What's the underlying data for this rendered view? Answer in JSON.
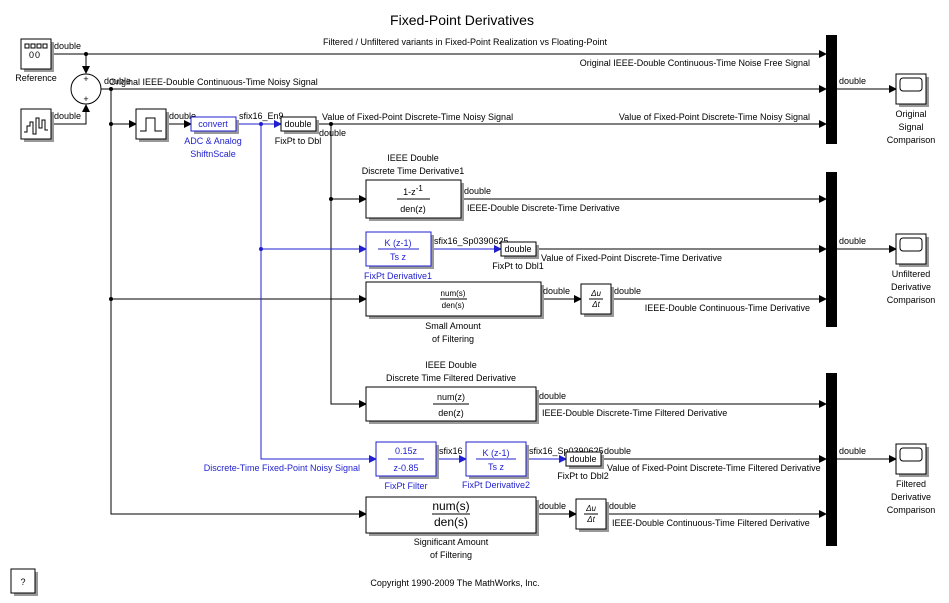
{
  "title": "Fixed-Point Derivatives",
  "copyright": "Copyright 1990-2009 The MathWorks, Inc.",
  "help_button": "?",
  "sources": {
    "reference_label": "Reference",
    "reference_type": "double",
    "noise_type": "double",
    "sum_plus_top": "+",
    "sum_plus_bottom": "+",
    "sum_out_type": "double"
  },
  "adc": {
    "convert_label": "convert",
    "in_type": "double",
    "out_type": "sfix16_En9",
    "name_line1": "ADC & Analog",
    "name_line2": "ShiftnScale"
  },
  "blocks": {
    "fixpt_to_dbl": {
      "content": "double",
      "name": "FixPt to Dbl",
      "out_type": "double"
    },
    "fixpt_to_dbl1": {
      "content": "double",
      "name": "FixPt to Dbl1"
    },
    "fixpt_to_dbl2": {
      "content": "double",
      "name": "FixPt to Dbl2"
    },
    "ieee_dt_deriv1": {
      "num": "1-z",
      "exp": "-1",
      "den": "den(z)",
      "title_line1": "IEEE Double",
      "title_line2": "Discrete Time Derivative1",
      "out_type": "double"
    },
    "fixpt_deriv1": {
      "num": "K (z-1)",
      "den": "Ts z",
      "name": "FixPt Derivative1",
      "out_type": "sfix16_Sp0390625"
    },
    "small_filter": {
      "num": "num(s)",
      "den": "den(s)",
      "name_line1": "Small Amount",
      "name_line2": "of Filtering",
      "out_type": "double"
    },
    "deriv_small": {
      "num": "Δu",
      "den": "Δt",
      "out_type": "double"
    },
    "ieee_dt_filt": {
      "num": "num(z)",
      "den": "den(z)",
      "title_line1": "IEEE Double",
      "title_line2": "Discrete Time Filtered Derivative",
      "out_type": "double"
    },
    "fixpt_filter": {
      "num": "0.15z",
      "den": "z-0.85",
      "name": "FixPt Filter",
      "out_type": "sfix16"
    },
    "fixpt_deriv2": {
      "num": "K (z-1)",
      "den": "Ts z",
      "name": "FixPt Derivative2",
      "out_type": "sfix16_Sp0390625"
    },
    "sig_filter": {
      "num": "num(s)",
      "den": "den(s)",
      "name_line1": "Significant Amount",
      "name_line2": "of Filtering",
      "out_type": "double"
    },
    "deriv_sig": {
      "num": "Δu",
      "den": "Δt",
      "out_type": "double"
    },
    "dbl2_out_type": "double"
  },
  "signals": {
    "filtered_unfiltered": "Filtered / Unfiltered variants in Fixed-Point Realization vs Floating-Point",
    "noise_free": "Original IEEE-Double Continuous-Time Noise Free Signal",
    "noisy": "Original IEEE-Double Continuous-Time Noisy Signal",
    "fp_noisy_left": "Value of Fixed-Point Discrete-Time Noisy Signal",
    "fp_noisy_right": "Value of Fixed-Point Discrete-Time Noisy Signal",
    "ieee_dt_deriv": "IEEE-Double Discrete-Time Derivative",
    "fp_dt_deriv": "Value of Fixed-Point Discrete-Time Derivative",
    "ieee_ct_deriv": "IEEE-Double Continuous-Time Derivative",
    "ieee_dt_filt_deriv": "IEEE-Double Discrete-Time Filtered Derivative",
    "dt_fp_noisy": "Discrete-Time Fixed-Point Noisy Signal",
    "fp_dt_filt_deriv": "Value of Fixed-Point Discrete-Time Filtered Derivative",
    "ieee_ct_filt_deriv": "IEEE-Double Continuous-Time Filtered Derivative"
  },
  "scopes": {
    "original": {
      "line1": "Original",
      "line2": "Signal",
      "line3": "Comparison",
      "in_type": "double"
    },
    "unfiltered": {
      "line1": "Unfiltered",
      "line2": "Derivative",
      "line3": "Comparison",
      "in_type": "double"
    },
    "filtered": {
      "line1": "Filtered",
      "line2": "Derivative",
      "line3": "Comparison",
      "in_type": "double"
    }
  }
}
